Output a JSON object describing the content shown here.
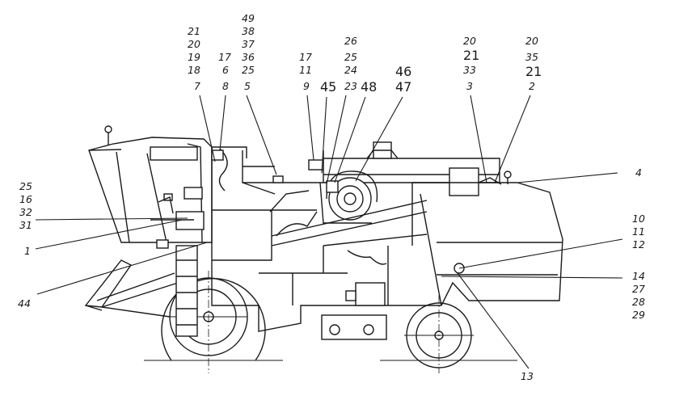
{
  "diagram": {
    "labels": [
      {
        "id": "l-49",
        "text": "49"
      },
      {
        "id": "l-38",
        "text": "38"
      },
      {
        "id": "l-37",
        "text": "37"
      },
      {
        "id": "l-36",
        "text": "36"
      },
      {
        "id": "l-25a",
        "text": "25"
      },
      {
        "id": "l-5",
        "text": "5"
      },
      {
        "id": "l-21a",
        "text": "21"
      },
      {
        "id": "l-20a",
        "text": "20"
      },
      {
        "id": "l-19",
        "text": "19"
      },
      {
        "id": "l-18",
        "text": "18"
      },
      {
        "id": "l-7",
        "text": "7"
      },
      {
        "id": "l-17a",
        "text": "17"
      },
      {
        "id": "l-6",
        "text": "6"
      },
      {
        "id": "l-8",
        "text": "8"
      },
      {
        "id": "l-17b",
        "text": "17"
      },
      {
        "id": "l-11a",
        "text": "11"
      },
      {
        "id": "l-9",
        "text": "9"
      },
      {
        "id": "l-45",
        "text": "45"
      },
      {
        "id": "l-26",
        "text": "26"
      },
      {
        "id": "l-25b",
        "text": "25"
      },
      {
        "id": "l-24",
        "text": "24"
      },
      {
        "id": "l-23",
        "text": "23"
      },
      {
        "id": "l-48",
        "text": "48"
      },
      {
        "id": "l-46",
        "text": "46"
      },
      {
        "id": "l-47",
        "text": "47"
      },
      {
        "id": "l-20b",
        "text": "20"
      },
      {
        "id": "l-21b",
        "text": "21"
      },
      {
        "id": "l-33",
        "text": "33"
      },
      {
        "id": "l-3",
        "text": "3"
      },
      {
        "id": "l-20c",
        "text": "20"
      },
      {
        "id": "l-35",
        "text": "35"
      },
      {
        "id": "l-21c",
        "text": "21"
      },
      {
        "id": "l-2",
        "text": "2"
      },
      {
        "id": "l-4",
        "text": "4"
      },
      {
        "id": "l-25c",
        "text": "25"
      },
      {
        "id": "l-16",
        "text": "16"
      },
      {
        "id": "l-32",
        "text": "32"
      },
      {
        "id": "l-31",
        "text": "31"
      },
      {
        "id": "l-1",
        "text": "1"
      },
      {
        "id": "l-44",
        "text": "44"
      },
      {
        "id": "l-10",
        "text": "10"
      },
      {
        "id": "l-11b",
        "text": "11"
      },
      {
        "id": "l-12",
        "text": "12"
      },
      {
        "id": "l-14",
        "text": "14"
      },
      {
        "id": "l-27",
        "text": "27"
      },
      {
        "id": "l-28",
        "text": "28"
      },
      {
        "id": "l-29",
        "text": "29"
      },
      {
        "id": "l-13",
        "text": "13"
      }
    ]
  }
}
